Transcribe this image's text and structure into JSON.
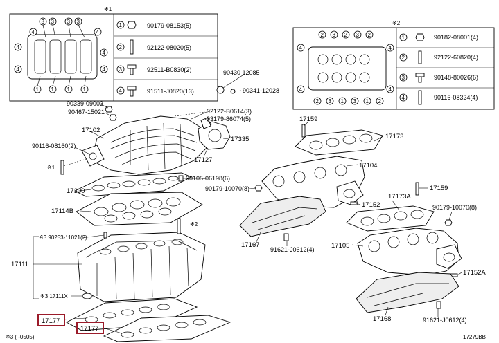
{
  "inset1": {
    "marker": "※1",
    "rows": [
      {
        "num": "1",
        "part": "90179-08153(5)"
      },
      {
        "num": "2",
        "part": "92122-08020(5)"
      },
      {
        "num": "3",
        "part": "92511-B0830(2)"
      },
      {
        "num": "4",
        "part": "91511-J0820(13)"
      }
    ]
  },
  "inset2": {
    "marker": "※2",
    "rows": [
      {
        "num": "1",
        "part": "90182-08001(4)"
      },
      {
        "num": "2",
        "part": "92122-60820(4)"
      },
      {
        "num": "3",
        "part": "90148-80026(6)"
      },
      {
        "num": "4",
        "part": "90116-08324(4)"
      }
    ]
  },
  "labels": {
    "l90430": "90430 12085",
    "l90341": "90341-12028",
    "l90339": "90339-09003",
    "l90467": "90467-15021",
    "l92122": "92122-B0614(3)",
    "l93179": "93179-86074(5)",
    "l17102": "17102",
    "l90116": "90116-08160(2)",
    "l17335": "17335",
    "l17127": "17127",
    "lstar1": "※1",
    "l17300": "17300",
    "l90105": "90105-06198(6)",
    "l17114b": "17114B",
    "lstar2": "※2",
    "l90253": "※3 90253-11021(2)",
    "l17111": "17111",
    "l17111x": "※3 17111X",
    "l17177a": "17177",
    "l17177b": "17177",
    "lfoot": "※3 ( -0505)",
    "l17159a": "17159",
    "l17173": "17173",
    "l17104": "17104",
    "l90179": "90179-10070(8)",
    "l17152a": "17152",
    "l17173a": "17173A",
    "l17159b": "17159",
    "l90179b": "90179-10070(8)",
    "l17167": "17167",
    "l91621a": "91621-J0612(4)",
    "l17105": "17105",
    "l17152b": "17152A",
    "l17168": "17168",
    "l91621b": "91621-J0612(4)",
    "ldrawing": "17279BB"
  }
}
